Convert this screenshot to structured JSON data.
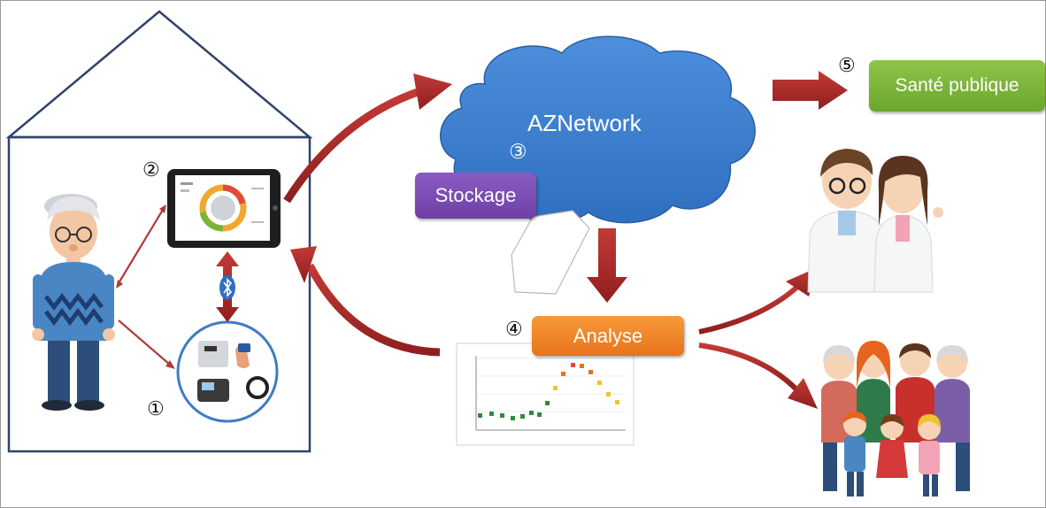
{
  "cloud": {
    "label": "AZNetwork"
  },
  "pills": {
    "storage": "Stockage",
    "analysis": "Analyse",
    "public_health": "Santé publique"
  },
  "steps": {
    "s1": "①",
    "s2": "②",
    "s3": "③",
    "s4": "④",
    "s5": "⑤"
  },
  "icons": [
    "bluetooth-icon"
  ],
  "colors": {
    "house_outline": "#2f4468",
    "arrow_red": "#a82a2a",
    "cloud_blue": "#3b7fce",
    "storage_purple": "#7a4bb5",
    "analysis_orange": "#f08a2a",
    "public_health_green": "#7ab53a"
  }
}
